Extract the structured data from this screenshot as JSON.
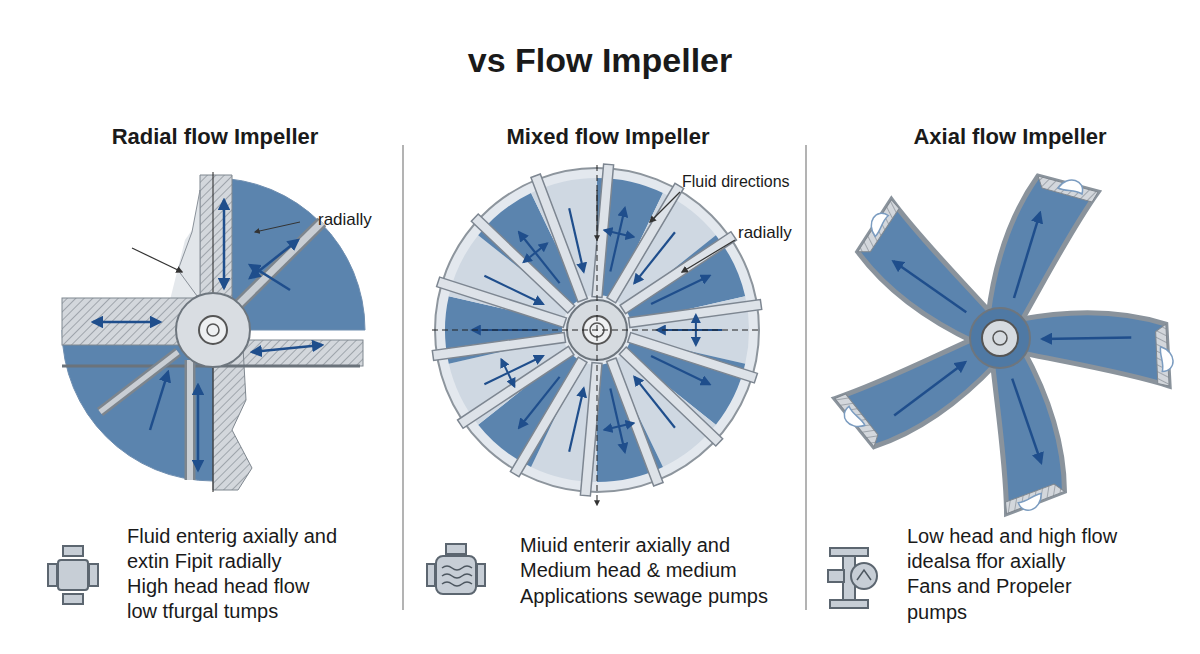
{
  "diagram": {
    "title": "vs Flow Impeller",
    "labels": [
      "Radial flow Impeller",
      "Mixed flow Impeller",
      "Axial flow Impeller",
      "radially",
      "Fluid directions",
      "radially",
      "Fluid enterig axially and",
      "extin Fipit radially",
      "High head head flow",
      "low tfurgal tumps",
      "Miuid enterir axially and",
      "Medium head & medium",
      "Applications sewage pumps",
      "Low head and high flow",
      "idealsa ffor axially",
      "Fans and Propeler",
      "pumps"
    ]
  }
}
